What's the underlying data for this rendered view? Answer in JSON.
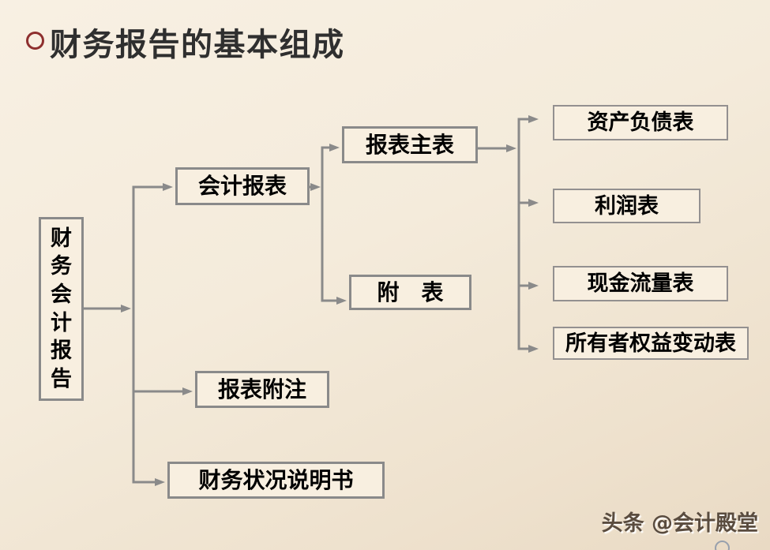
{
  "title": {
    "text": "财务报告的基本组成"
  },
  "diagram": {
    "nodes": [
      {
        "id": "financial-accounting-report",
        "label": "财务会计报告"
      },
      {
        "id": "accounting-statements",
        "label": "会计报表"
      },
      {
        "id": "main-statements",
        "label": "报表主表"
      },
      {
        "id": "supplementary-schedules",
        "label": "附　表"
      },
      {
        "id": "notes-to-statements",
        "label": "报表附注"
      },
      {
        "id": "statement-of-financial-condition",
        "label": "财务状况说明书"
      },
      {
        "id": "balance-sheet",
        "label": "资产负债表"
      },
      {
        "id": "income-statement",
        "label": "利润表"
      },
      {
        "id": "cash-flow-statement",
        "label": "现金流量表"
      },
      {
        "id": "statement-of-changes-in-owners-equity",
        "label": "所有者权益变动表"
      }
    ]
  },
  "watermark": {
    "text": "头条 @会计殿堂"
  },
  "colors": {
    "background_top": "#f8f0e3",
    "background_bottom": "#e9dac4",
    "box_fill": "#f8efe0",
    "box_border_primary": "#8a8a8a",
    "box_border_secondary": "#939090",
    "connector": "#8a8a8a",
    "title_text": "#2f2f2f",
    "node_text": "#000000",
    "bullet_ring": "#8e2f2e",
    "watermark_text": "#5a4c3f",
    "page_circle": "#98a0ad"
  }
}
